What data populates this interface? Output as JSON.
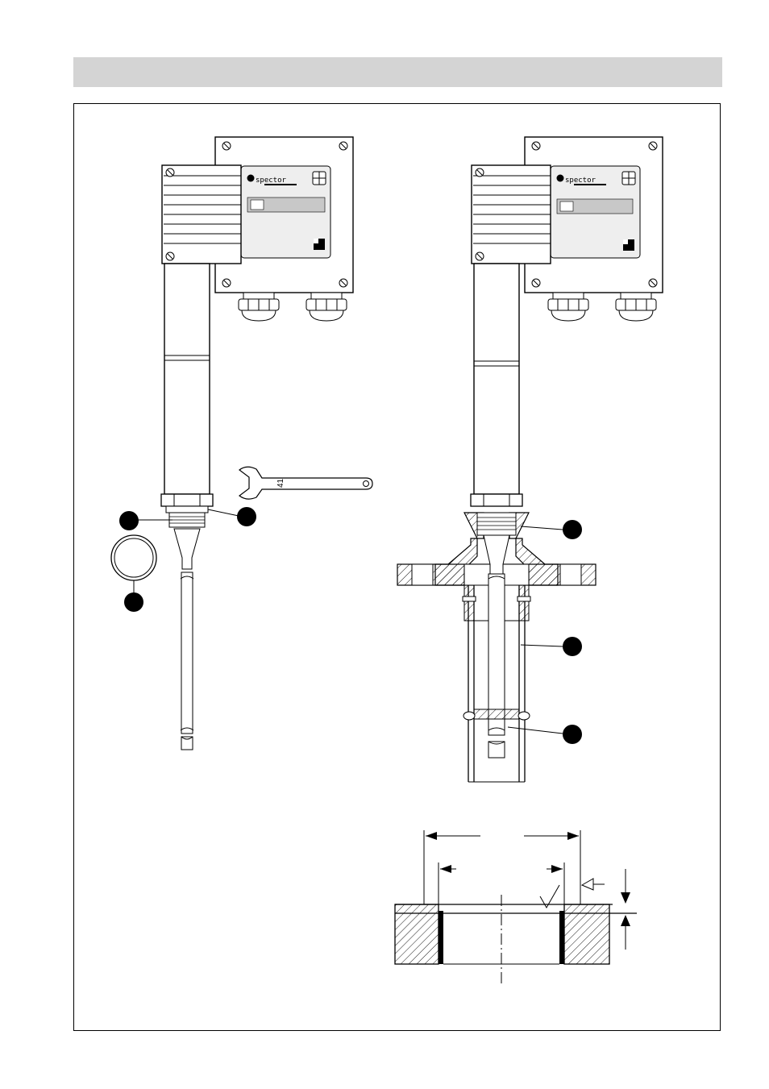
{
  "page": {
    "header_text": ""
  },
  "device": {
    "brand_label": "spector",
    "wrench_size": "41"
  },
  "callouts": {
    "count_left": 3,
    "count_right": 3
  },
  "colors": {
    "ink": "#000000",
    "band": "#d4d4d4",
    "label_bar": "#c8c8c8",
    "panel": "#eeeeee"
  }
}
